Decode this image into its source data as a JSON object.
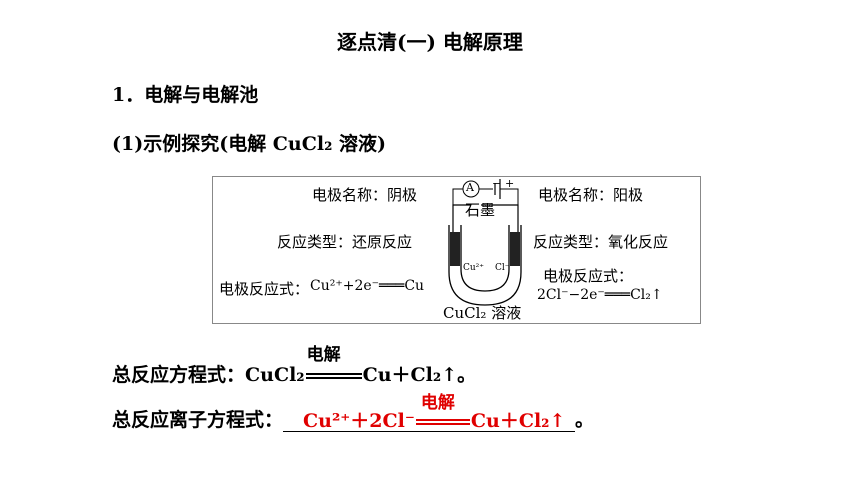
{
  "title": "逐点清(一)  电解原理",
  "section": "1．电解与电解池",
  "subsection": "(1)示例探究(电解 CuCl₂ 溶液)",
  "diagram": {
    "cathode_name": "电极名称：阴极",
    "anode_name": "电极名称：阳极",
    "cathode_type": "反应类型：还原反应",
    "anode_type": "反应类型：氧化反应",
    "cathode_eq_label": "电极反应式：",
    "cathode_eq": "Cu²⁺+2e⁻═══Cu",
    "anode_eq_label": "电极反应式：",
    "anode_eq": "2Cl⁻−2e⁻═══Cl₂↑",
    "graphite": "石墨",
    "ammeter": "A",
    "minus": "−",
    "plus": "+",
    "ion_cu": "Cu²⁺",
    "ion_cl": "Cl⁻",
    "solution": "CuCl₂ 溶液"
  },
  "total": {
    "label": "总反应方程式：",
    "lhs": "CuCl₂",
    "condition": "电解",
    "rhs": "Cu＋Cl₂↑。"
  },
  "ionic": {
    "label": "总反应离子方程式：",
    "lhs": "Cu²⁺＋2Cl⁻",
    "condition": "电解",
    "rhs": "Cu＋Cl₂↑",
    "end": "。"
  },
  "colors": {
    "answer": "#e00000"
  }
}
